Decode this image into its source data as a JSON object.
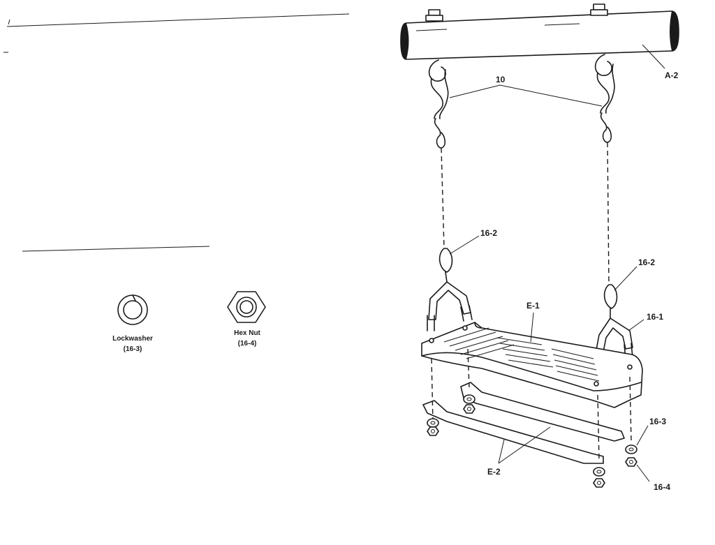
{
  "labels": {
    "rod": "A-2",
    "hooks": "10",
    "rope_loop_left": "16-2",
    "rope_loop_right": "16-2",
    "u_bolt": "16-1",
    "seat": "E-1",
    "lockwasher_part": "16-3",
    "hex_nut_part": "16-4",
    "straps": "E-2"
  },
  "parts_legend": {
    "lockwasher_name": "Lockwasher",
    "lockwasher_num": "(16-3)",
    "hex_nut_name": "Hex Nut",
    "hex_nut_num": "(16-4)"
  },
  "colors": {
    "ink": "#1a1a1a",
    "paper": "#ffffff"
  }
}
